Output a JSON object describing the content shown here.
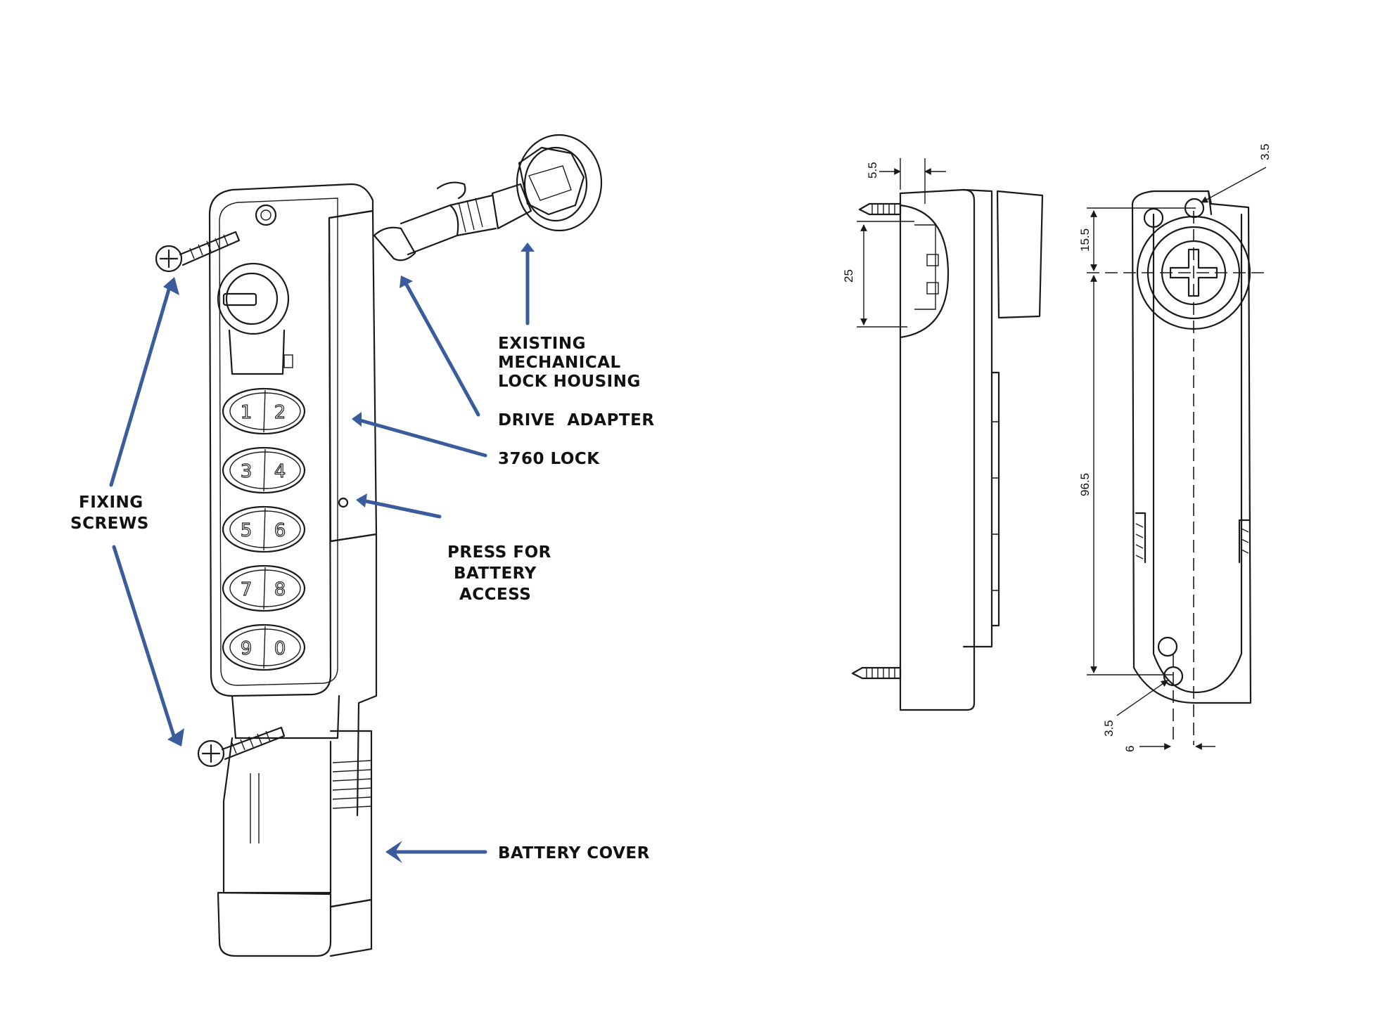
{
  "colors": {
    "arrow": "#3a5c9c",
    "line": "#1a1a1a",
    "background": "#ffffff"
  },
  "labels": {
    "fixing_screws": [
      "FIXING",
      "SCREWS"
    ],
    "existing_housing": [
      "EXISTING",
      "MECHANICAL",
      "LOCK HOUSING"
    ],
    "drive_adapter": "DRIVE  ADAPTER",
    "lock_model": "3760 LOCK",
    "press_battery": [
      "PRESS FOR",
      "BATTERY",
      "ACCESS"
    ],
    "battery_cover": "BATTERY COVER"
  },
  "keypad": {
    "keys": [
      [
        "1",
        "2"
      ],
      [
        "3",
        "4"
      ],
      [
        "5",
        "6"
      ],
      [
        "7",
        "8"
      ],
      [
        "9",
        "0"
      ]
    ]
  },
  "dimensions": {
    "side": {
      "screw_offset": "5.5",
      "cam_height": "25"
    },
    "front": {
      "top_hole": "3.5",
      "upper_span": "15.5",
      "main_span": "96.5",
      "bottom_hole": "3.5",
      "bottom_offset": "6"
    }
  }
}
